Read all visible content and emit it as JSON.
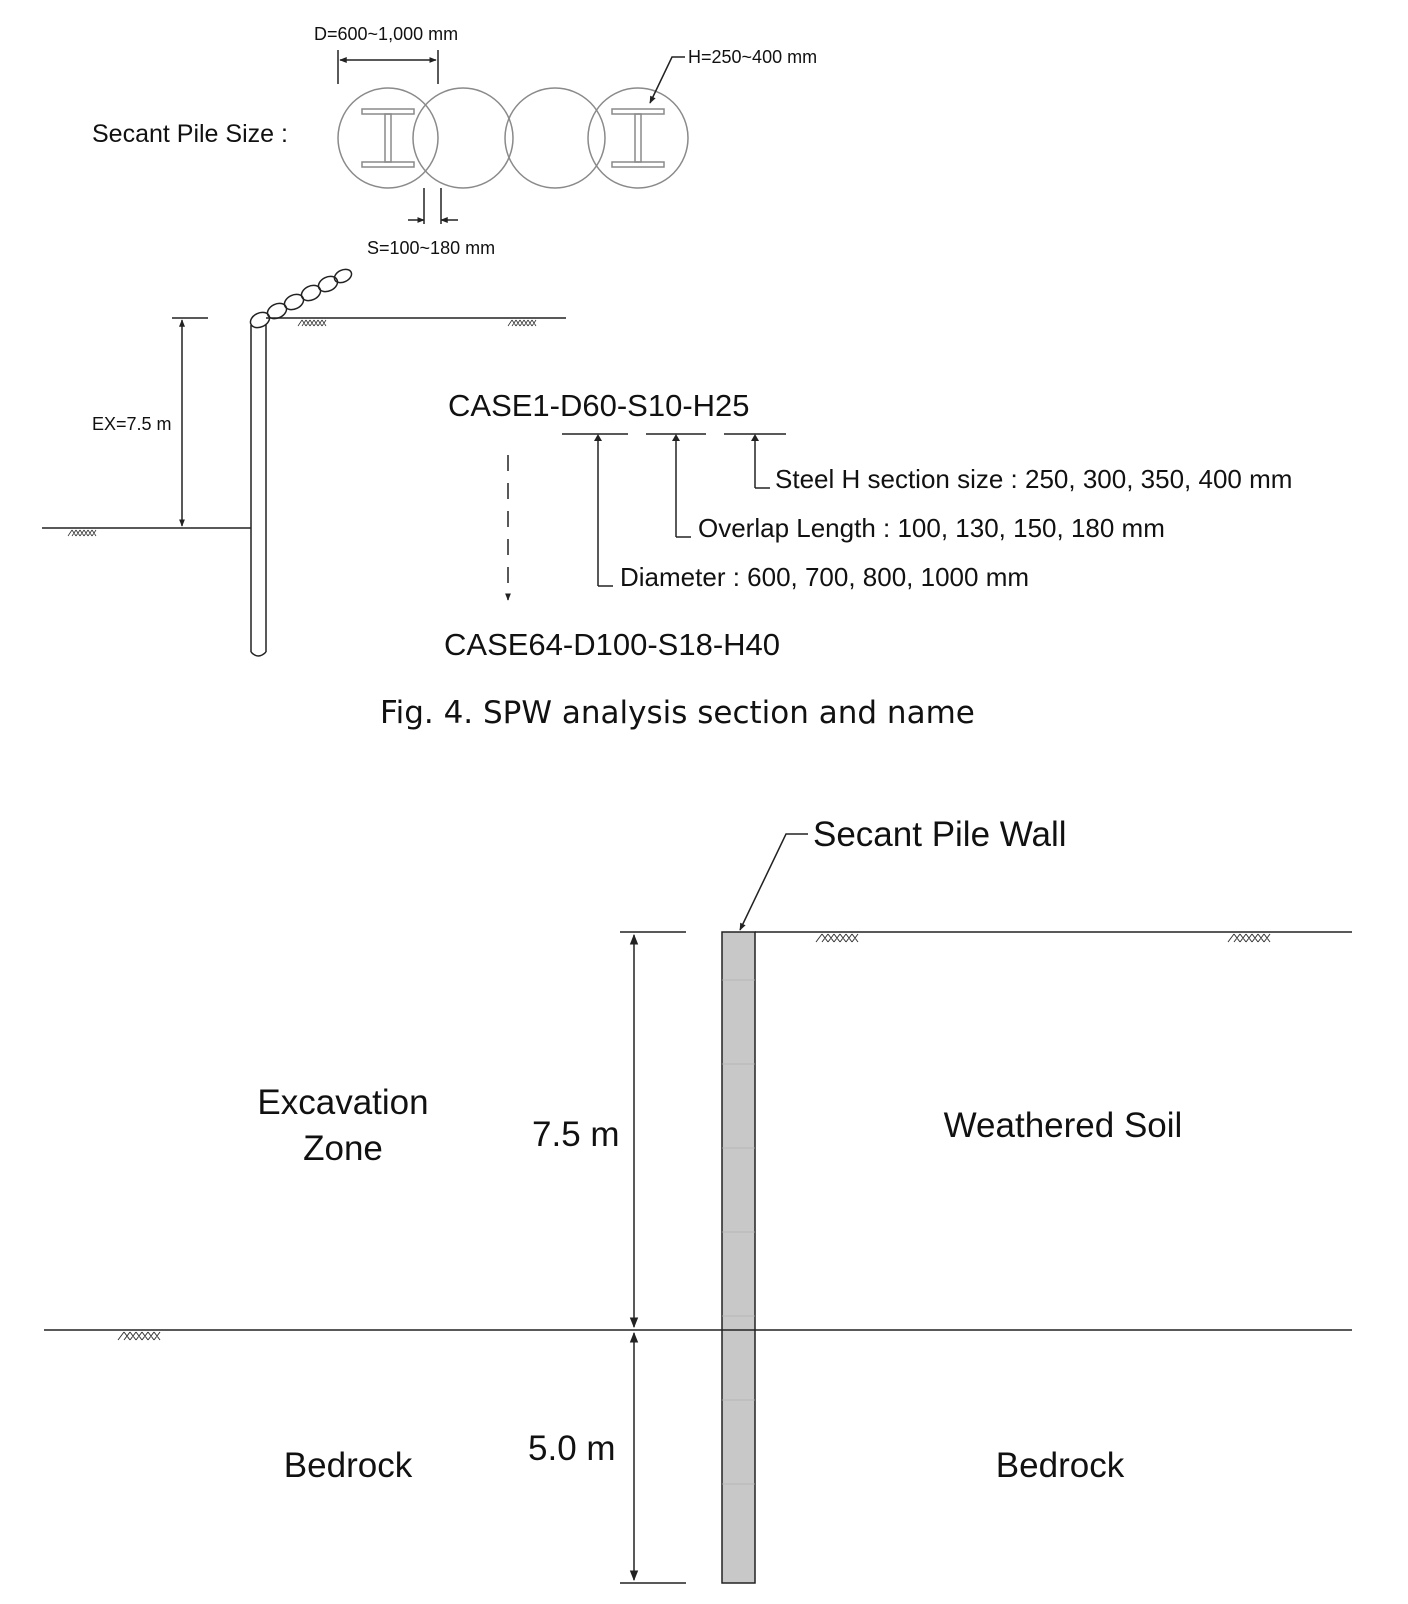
{
  "fig4": {
    "pile_size_label": "Secant Pile Size :",
    "diameter_label": "D=600~1,000 mm",
    "hsection_label": "H=250~400 mm",
    "overlap_label": "S=100~180 mm",
    "excavation_label": "EX=7.5 m",
    "case_first": "CASE1-D60-S10-H25",
    "case_last": "CASE64-D100-S18-H40",
    "legend_steel": "Steel H section size : 250, 300, 350, 400 mm",
    "legend_overlap": "Overlap Length : 100, 130, 150, 180 mm",
    "legend_diameter": "Diameter : 600, 700, 800, 1000 mm",
    "caption": "Fig. 4. SPW analysis section and name"
  },
  "section": {
    "wall_label": "Secant Pile Wall",
    "excavation_zone_line1": "Excavation",
    "excavation_zone_line2": "Zone",
    "depth_upper": "7.5 m",
    "depth_lower": "5.0 m",
    "weathered_soil": "Weathered Soil",
    "bedrock_left": "Bedrock",
    "bedrock_right": "Bedrock"
  },
  "colors": {
    "line": "#222222",
    "wall_fill": "#c8c8c8",
    "pile_outline": "#8a8a8a"
  }
}
